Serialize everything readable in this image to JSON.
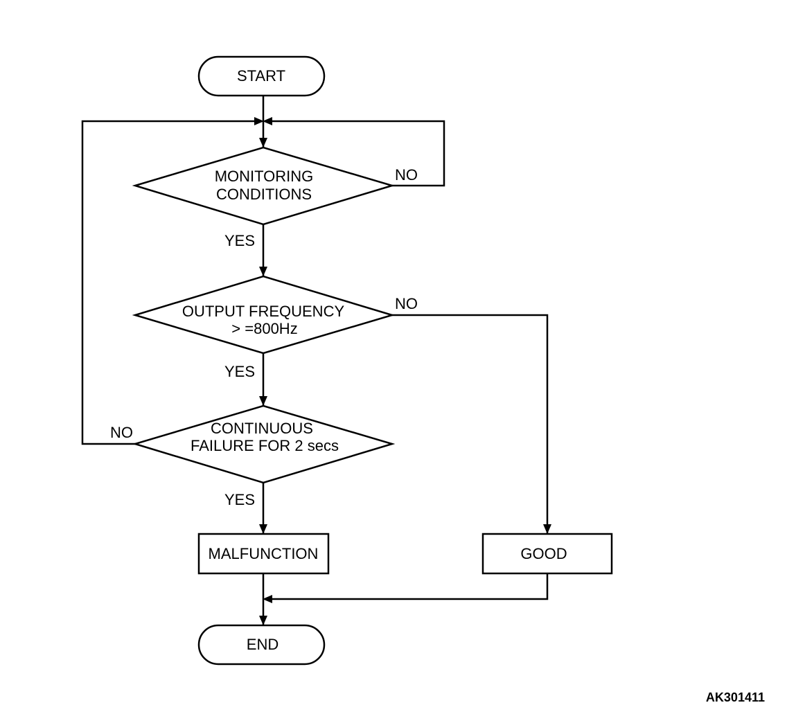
{
  "nodes": {
    "start": "START",
    "monitoring": [
      "MONITORING",
      "CONDITIONS"
    ],
    "frequency": [
      "OUTPUT FREQUENCY",
      "> =800Hz"
    ],
    "continuous": [
      "CONTINUOUS",
      "FAILURE FOR 2 secs"
    ],
    "malfunction": "MALFUNCTION",
    "good": "GOOD",
    "end": "END"
  },
  "edges": {
    "monitoring_yes": "YES",
    "monitoring_no": "NO",
    "frequency_yes": "YES",
    "frequency_no": "NO",
    "continuous_yes": "YES",
    "continuous_no": "NO"
  },
  "figure_code": "AK301411"
}
